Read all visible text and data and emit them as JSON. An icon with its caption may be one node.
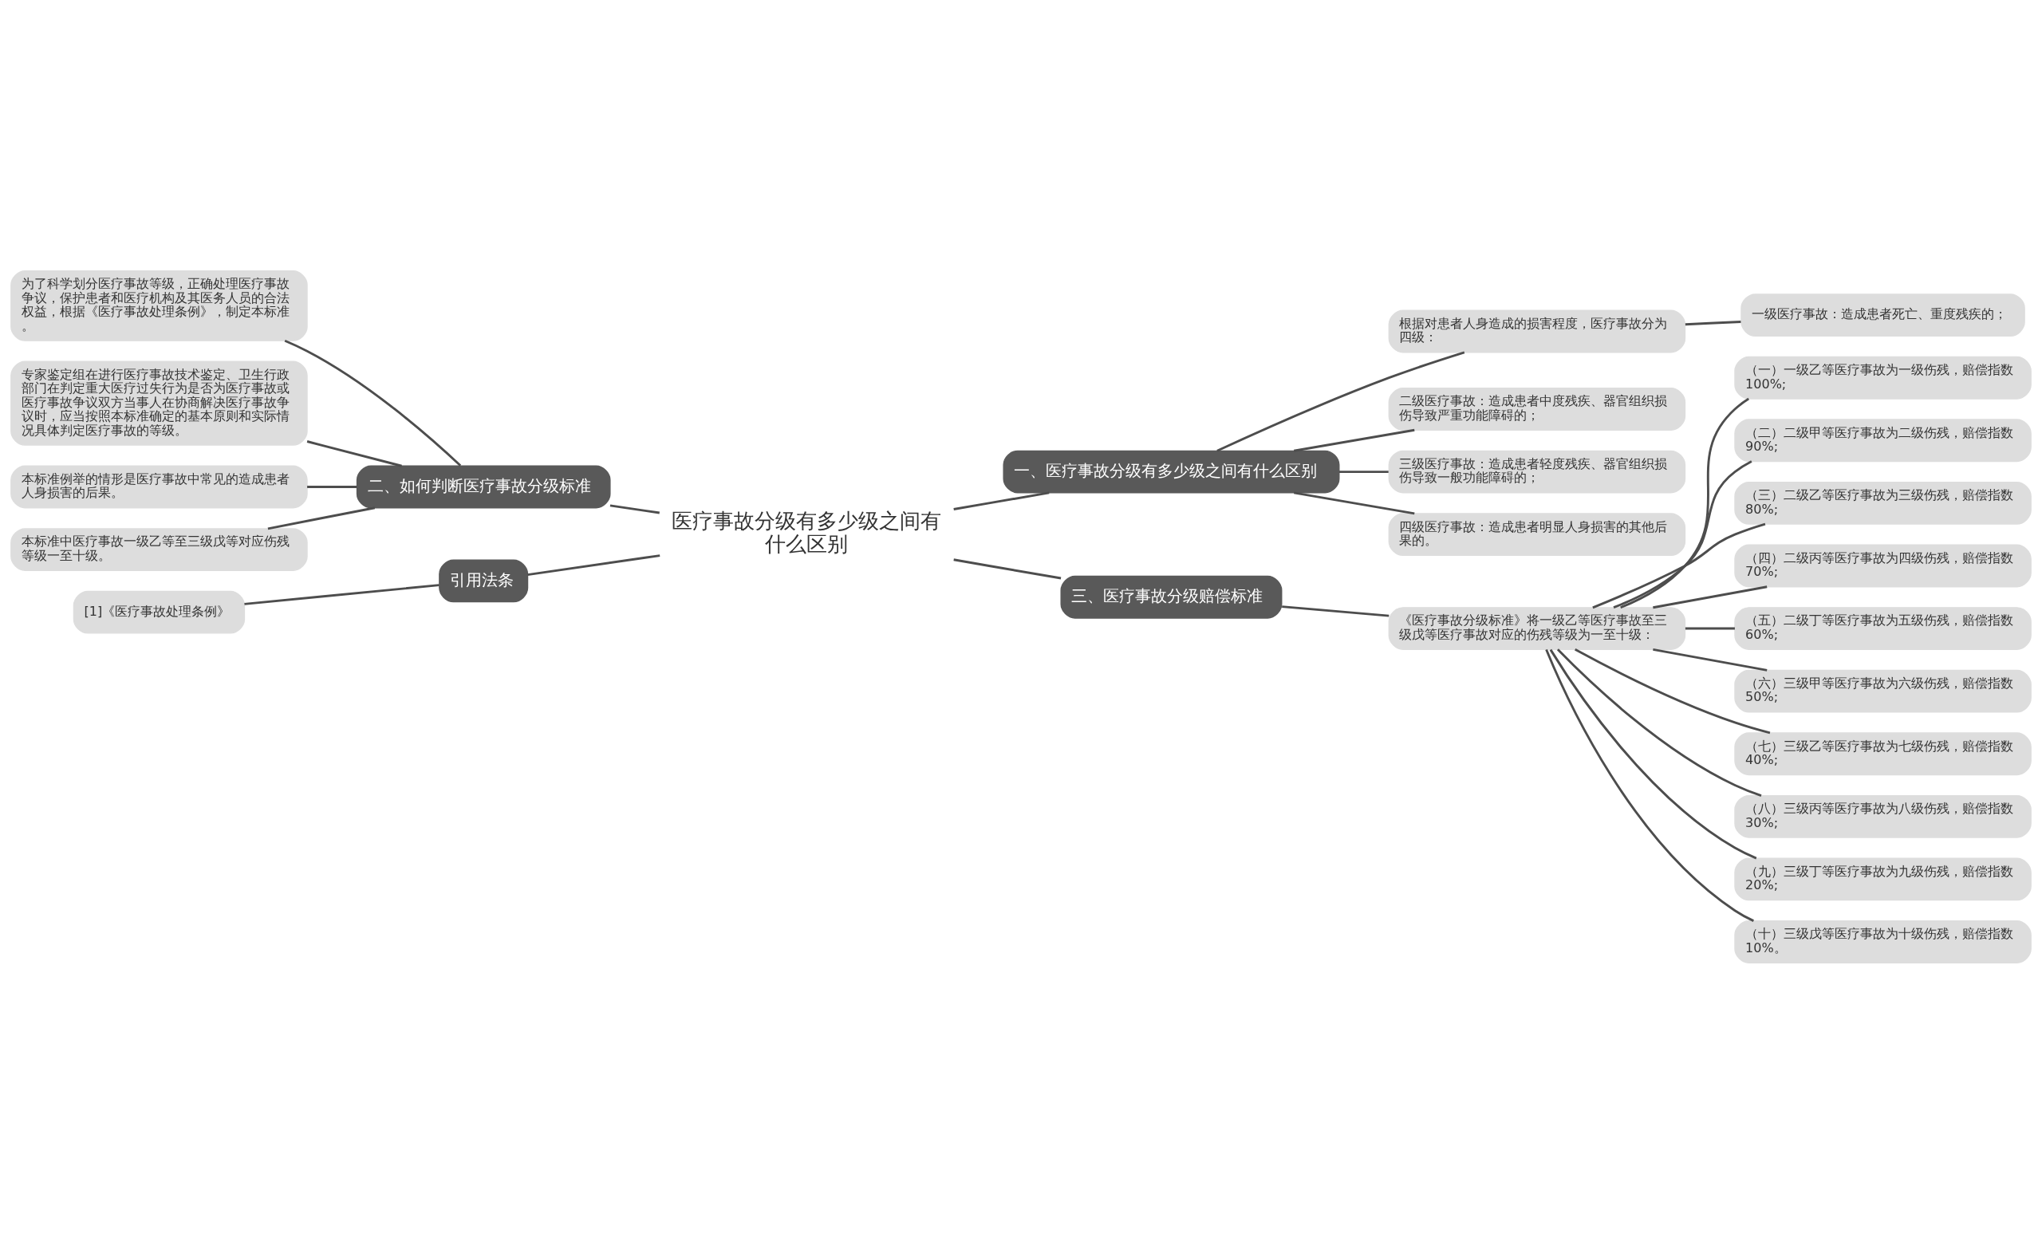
{
  "diagram": {
    "nodes": [
      {
        "text": [
          "医疗事故分级有多少级之间有什么区别"
        ]
      },
      {
        "text": [
          "二、如何判断医疗事故分级标准"
        ]
      },
      {
        "text": [
          "为了科学划分医疗事故等级，正确处理医疗事故争议，保护患者和医疗机构及其医务人员的合法权益，根据《医疗事故处理条例》，制定本标准。"
        ]
      },
      {
        "text": [
          "专家鉴定组在进行医疗事故技术鉴定、卫生行政部门在判定重大医疗过失行为是否为医疗事故或医疗事故争议双方当事人在协商解决医疗事故争议时，应当按照本标准确定的基本原则和实际情况具体判定医疗事故的等级。"
        ]
      },
      {
        "text": [
          "本标准例举的情形是医疗事故中常见的造成患者人身损害的后果。"
        ]
      },
      {
        "text": [
          "本标准中医疗事故一级乙等至三级戊等对应伤残等级一至十级。"
        ]
      },
      {
        "text": [
          "引用法条"
        ]
      },
      {
        "text": [
          "[1]《医疗事故处理条例》"
        ]
      },
      {
        "text": [
          "一、医疗事故分级有多少级之间有什么区别"
        ]
      },
      {
        "text": [
          "根据对患者人身造成的损害程度，医疗事故分为四级："
        ]
      },
      {
        "text": [
          "一级医疗事故：造成患者死亡、重度残疾的；"
        ]
      },
      {
        "text": [
          "二级医疗事故：造成患者中度残疾、器官组织损伤导致严重功能障碍的；"
        ]
      },
      {
        "text": [
          "三级医疗事故：造成患者轻度残疾、器官组织损伤导致一般功能障碍的；"
        ]
      },
      {
        "text": [
          "四级医疗事故：造成患者明显人身损害的其他后果的。"
        ]
      },
      {
        "text": [
          "三、医疗事故分级赔偿标准"
        ]
      },
      {
        "text": [
          "《医疗事故分级标准》将一级乙等医疗事故至三级戊等医疗事故对应的伤残等级为一至十级："
        ]
      },
      {
        "text": [
          "（一）一级乙等医疗事故为一级伤残，赔偿指数100%;"
        ]
      },
      {
        "text": [
          "（二）二级甲等医疗事故为二级伤残，赔偿指数90%;"
        ]
      },
      {
        "text": [
          "（三）二级乙等医疗事故为三级伤残，赔偿指数80%;"
        ]
      },
      {
        "text": [
          "（四）二级丙等医疗事故为四级伤残，赔偿指数70%;"
        ]
      },
      {
        "text": [
          "（五）二级丁等医疗事故为五级伤残，赔偿指数60%;"
        ]
      },
      {
        "text": [
          "（六）三级甲等医疗事故为六级伤残，赔偿指数50%;"
        ]
      },
      {
        "text": [
          "（七）三级乙等医疗事故为七级伤残，赔偿指数40%;"
        ]
      },
      {
        "text": [
          "（八）三级丙等医疗事故为八级伤残，赔偿指数30%;"
        ]
      },
      {
        "text": [
          "（九）三级丁等医疗事故为九级伤残，赔偿指数20%;"
        ]
      },
      {
        "text": [
          "（十）三级戊等医疗事故为十级伤残，赔偿指数10%。"
        ]
      }
    ],
    "edges": [
      {
        "from": 2,
        "to": 1,
        "arrow": "none"
      },
      {
        "from": 3,
        "to": 1,
        "arrow": "none"
      },
      {
        "from": 4,
        "to": 1,
        "arrow": "none"
      },
      {
        "from": 5,
        "to": 1,
        "arrow": "none"
      },
      {
        "from": 1,
        "to": 0,
        "arrow": "none"
      },
      {
        "from": 7,
        "to": 6,
        "arrow": "none"
      },
      {
        "from": 6,
        "to": 0,
        "arrow": "none"
      },
      {
        "from": 0,
        "to": 8,
        "arrow": "none"
      },
      {
        "from": 8,
        "to": 9,
        "arrow": "none"
      },
      {
        "from": 9,
        "to": 10,
        "arrow": "none"
      },
      {
        "from": 8,
        "to": 11,
        "arrow": "none"
      },
      {
        "from": 8,
        "to": 12,
        "arrow": "none"
      },
      {
        "from": 8,
        "to": 13,
        "arrow": "none"
      },
      {
        "from": 0,
        "to": 14,
        "arrow": "none"
      },
      {
        "from": 14,
        "to": 15,
        "arrow": "none"
      },
      {
        "from": 15,
        "to": 16,
        "arrow": "none"
      },
      {
        "from": 15,
        "to": 17,
        "arrow": "none"
      },
      {
        "from": 15,
        "to": 18,
        "arrow": "none"
      },
      {
        "from": 15,
        "to": 19,
        "arrow": "none"
      },
      {
        "from": 15,
        "to": 20,
        "arrow": "none"
      },
      {
        "from": 15,
        "to": 21,
        "arrow": "none"
      },
      {
        "from": 15,
        "to": 22,
        "arrow": "none"
      },
      {
        "from": 15,
        "to": 23,
        "arrow": "none"
      },
      {
        "from": 15,
        "to": 24,
        "arrow": "none"
      },
      {
        "from": 15,
        "to": 25,
        "arrow": "none"
      }
    ]
  }
}
